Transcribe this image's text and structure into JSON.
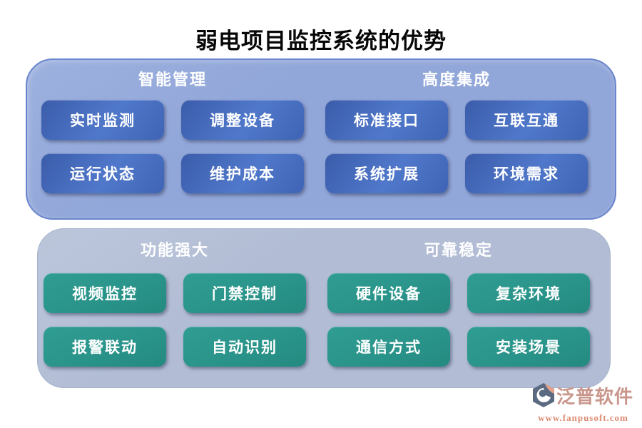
{
  "title": "弱电项目监控系统的优势",
  "panels": [
    {
      "style": "blue",
      "sections": [
        {
          "title": "智能管理",
          "buttons": [
            "实时监测",
            "调整设备",
            "运行状态",
            "维护成本"
          ]
        },
        {
          "title": "高度集成",
          "buttons": [
            "标准接口",
            "互联互通",
            "系统扩展",
            "环境需求"
          ]
        }
      ]
    },
    {
      "style": "teal",
      "sections": [
        {
          "title": "功能强大",
          "buttons": [
            "视频监控",
            "门禁控制",
            "报警联动",
            "自动识别"
          ]
        },
        {
          "title": "可靠稳定",
          "buttons": [
            "硬件设备",
            "复杂环境",
            "通信方式",
            "安装场景"
          ]
        }
      ]
    }
  ],
  "logo": {
    "name": "泛普软件",
    "url": "www.fanpusoft.com"
  },
  "colors": {
    "top_panel": "#92a7d9",
    "top_panel_hi": "#9db1df",
    "top_panel_border": "#6a85cd",
    "bottom_panel": "#b2bdd5",
    "bottom_panel_hi": "#bcc6db",
    "bottom_panel_border": "#a5b2cc",
    "blue_button": "#4066b8",
    "teal_button": "#2a948a",
    "logo_text": "#c9968c",
    "logo_url": "#dd8a70",
    "logo_icon_dark": "#5a6a80",
    "logo_icon_salmon": "#e2a18b"
  }
}
